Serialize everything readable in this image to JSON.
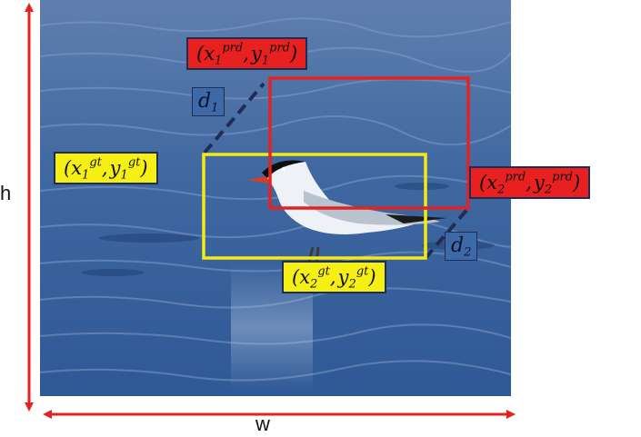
{
  "axes": {
    "width_label": "w",
    "height_label": "h",
    "arrow_color": "#e52222"
  },
  "boxes": {
    "predicted": {
      "color": "#e52222"
    },
    "ground_truth": {
      "color": "#f3ea18"
    }
  },
  "labels": {
    "pred_top_left": {
      "x": "x",
      "x_sub": "1",
      "x_sup": "prd",
      "y": "y",
      "y_sub": "1",
      "y_sup": "prd"
    },
    "gt_top_left": {
      "x": "x",
      "x_sub": "1",
      "x_sup": "gt",
      "y": "y",
      "y_sub": "1",
      "y_sup": "gt"
    },
    "pred_bottom_right": {
      "x": "x",
      "x_sub": "2",
      "x_sup": "prd",
      "y": "y",
      "y_sub": "2",
      "y_sup": "prd"
    },
    "gt_bottom_right": {
      "x": "x",
      "x_sub": "2",
      "x_sup": "gt",
      "y": "y",
      "y_sub": "2",
      "y_sup": "gt"
    }
  },
  "distances": {
    "d1": {
      "symbol": "d",
      "sub": "1"
    },
    "d2": {
      "symbol": "d",
      "sub": "2"
    },
    "line_color": "#1f2d56"
  },
  "scene": {
    "subject": "tern-bird",
    "background": "water"
  }
}
